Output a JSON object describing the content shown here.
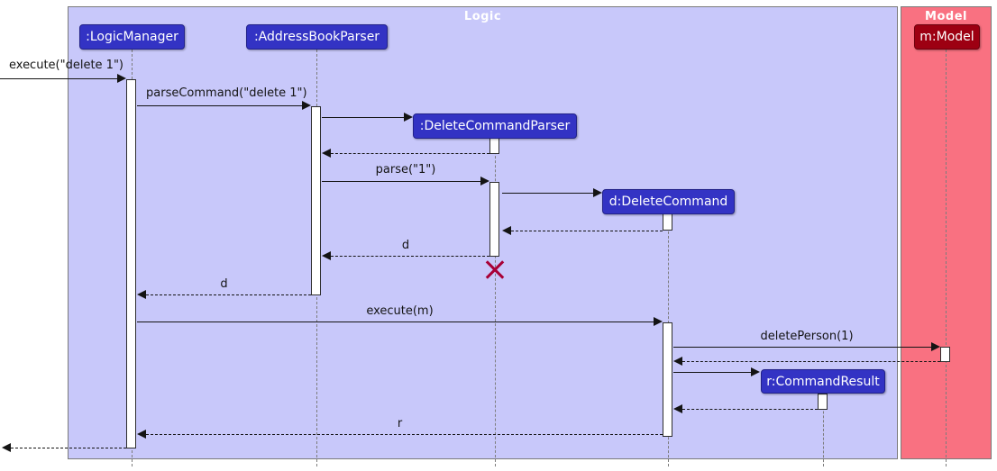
{
  "diagram": {
    "type": "uml-sequence",
    "frames": [
      {
        "id": "logic",
        "title": "Logic",
        "bg": "#C8C8FA"
      },
      {
        "id": "model",
        "title": "Model",
        "bg": "#F97181"
      }
    ],
    "participants": [
      {
        "id": "logic-manager",
        "label": ":LogicManager"
      },
      {
        "id": "address-book-parser",
        "label": ":AddressBookParser"
      },
      {
        "id": "delete-command-parser",
        "label": ":DeleteCommandParser"
      },
      {
        "id": "delete-command",
        "label": "d:DeleteCommand"
      },
      {
        "id": "command-result",
        "label": "r:CommandResult"
      },
      {
        "id": "model",
        "label": "m:Model"
      }
    ],
    "messages": {
      "execute_delete": "execute(\"delete 1\")",
      "parse_command": "parseCommand(\"delete 1\")",
      "parse_1": "parse(\"1\")",
      "return_d_to_parser": "d",
      "return_d_to_manager": "d",
      "execute_m": "execute(m)",
      "delete_person": "deletePerson(1)",
      "return_r": "r"
    }
  },
  "colors": {
    "logic_frame_bg": "#C8C8FA",
    "logic_participant": "#3333C4",
    "model_frame_bg": "#F97181",
    "model_participant": "#9D0012",
    "destroy_marker": "#A80036",
    "arrow": "#141414"
  }
}
